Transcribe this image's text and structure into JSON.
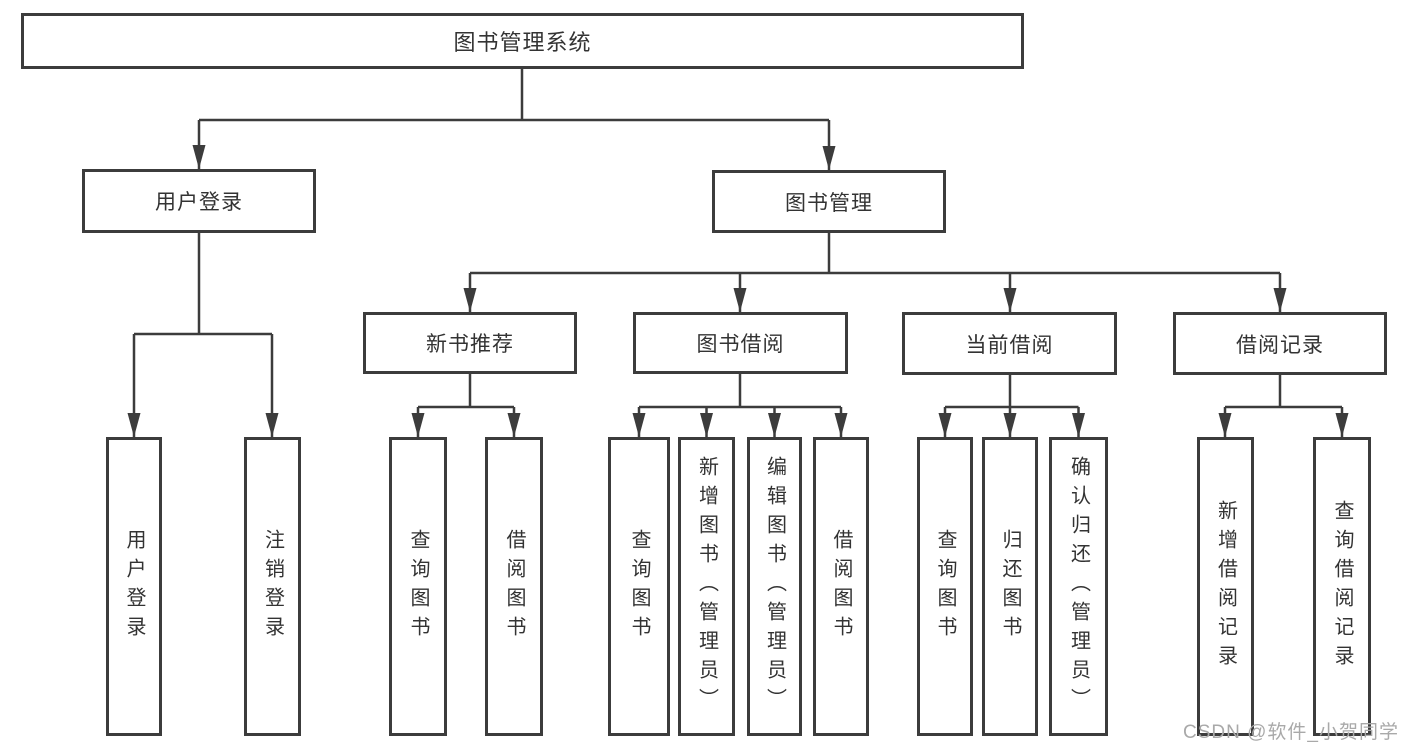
{
  "watermark": "CSDN @软件_小贺同学",
  "colors": {
    "line": "#3c3c3c",
    "border": "#3c3c3c",
    "text": "#333333",
    "watermark": "#a9a9a9",
    "background": "#ffffff"
  },
  "nodes": {
    "root": {
      "label": "图书管理系统"
    },
    "user_login": {
      "label": "用户登录"
    },
    "book_mgmt": {
      "label": "图书管理"
    },
    "new_book_rec": {
      "label": "新书推荐"
    },
    "book_borrow": {
      "label": "图书借阅"
    },
    "current_borrow": {
      "label": "当前借阅"
    },
    "borrow_records": {
      "label": "借阅记录"
    },
    "leaf_user_login": {
      "label": "用户登录"
    },
    "leaf_logout": {
      "label": "注销登录"
    },
    "leaf_rec_query": {
      "label": "查询图书"
    },
    "leaf_rec_borrow": {
      "label": "借阅图书"
    },
    "leaf_bb_query": {
      "label": "查询图书"
    },
    "leaf_bb_add": {
      "label": "新增图书（管理员）"
    },
    "leaf_bb_edit": {
      "label": "编辑图书（管理员）"
    },
    "leaf_bb_borrow": {
      "label": "借阅图书"
    },
    "leaf_cb_query": {
      "label": "查询图书"
    },
    "leaf_cb_return": {
      "label": "归还图书"
    },
    "leaf_cb_confirm": {
      "label": "确认归还（管理员）"
    },
    "leaf_br_add": {
      "label": "新增借阅记录"
    },
    "leaf_br_query": {
      "label": "查询借阅记录"
    }
  },
  "hierarchy": {
    "图书管理系统": {
      "用户登录": [
        "用户登录",
        "注销登录"
      ],
      "图书管理": {
        "新书推荐": [
          "查询图书",
          "借阅图书"
        ],
        "图书借阅": [
          "查询图书",
          "新增图书（管理员）",
          "编辑图书（管理员）",
          "借阅图书"
        ],
        "当前借阅": [
          "查询图书",
          "归还图书",
          "确认归还（管理员）"
        ],
        "借阅记录": [
          "新增借阅记录",
          "查询借阅记录"
        ]
      }
    }
  }
}
